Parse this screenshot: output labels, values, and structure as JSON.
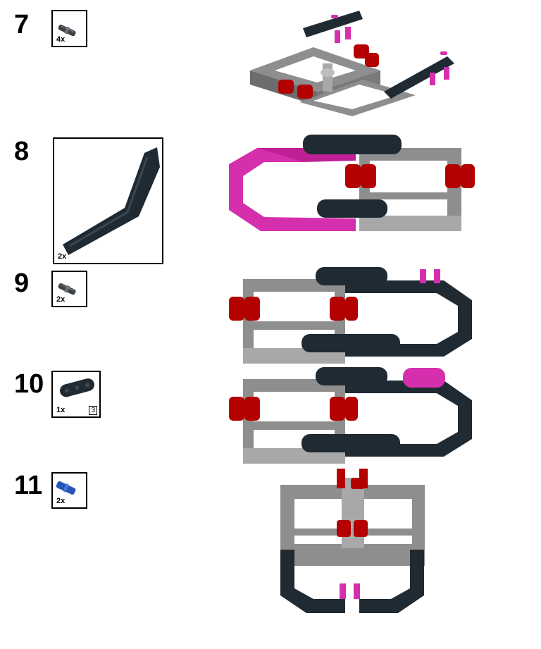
{
  "steps": [
    {
      "number": "7",
      "parts": [
        {
          "qty": "4x",
          "part_icon": "pin-icon"
        }
      ]
    },
    {
      "number": "8",
      "parts": [
        {
          "qty": "2x",
          "part_icon": "bent-beam-icon"
        }
      ]
    },
    {
      "number": "9",
      "parts": [
        {
          "qty": "2x",
          "part_icon": "pin-icon"
        }
      ]
    },
    {
      "number": "10",
      "parts": [
        {
          "qty": "1x",
          "part_icon": "short-beam-icon",
          "length": "3"
        }
      ]
    },
    {
      "number": "11",
      "parts": [
        {
          "qty": "2x",
          "part_icon": "blue-axle-pin-icon"
        }
      ]
    }
  ],
  "colors": {
    "dark_bluish_gray": "#1f2a33",
    "light_gray": "#9a9a9a",
    "highlight_magenta": "#d62fae",
    "red": "#b30000",
    "blue": "#2555b8"
  }
}
